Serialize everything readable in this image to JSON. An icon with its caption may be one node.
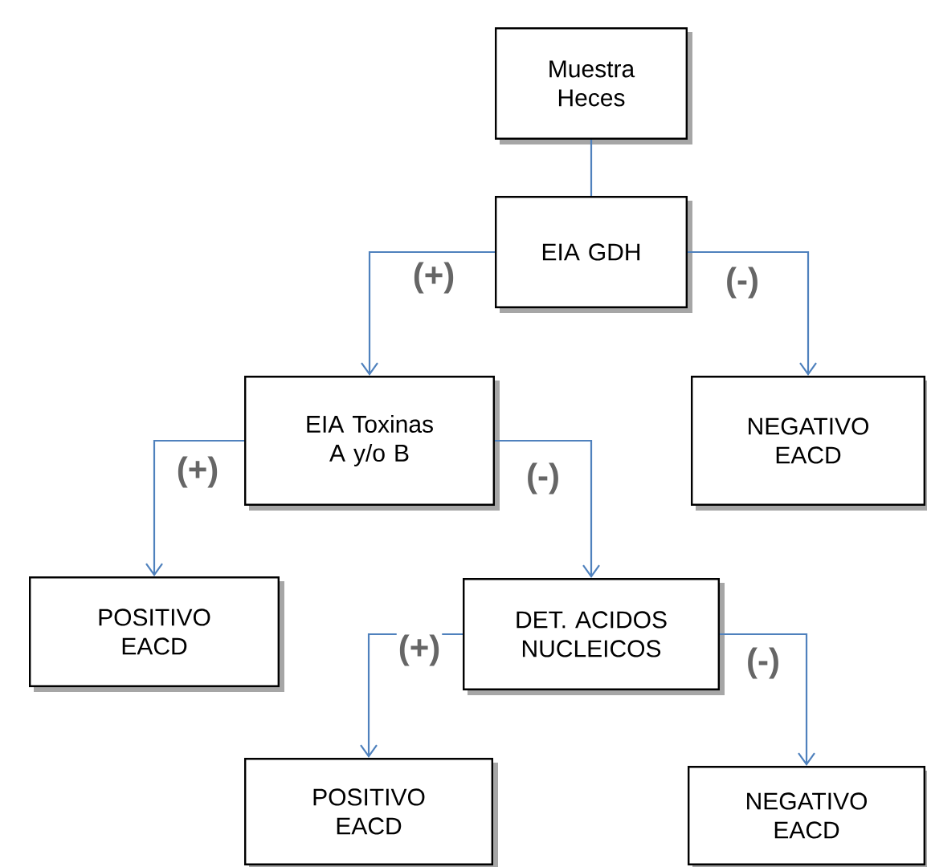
{
  "diagram": {
    "nodes": [
      {
        "text": [
          "Muestra Heces"
        ]
      },
      {
        "text": [
          "EIA GDH"
        ]
      },
      {
        "text": [
          "EIA Toxinas A y/o B"
        ]
      },
      {
        "text": [
          "NEGATIVO EACD"
        ]
      },
      {
        "text": [
          "POSITIVO EACD"
        ]
      },
      {
        "text": [
          "DET. ACIDOS NUCLEICOS"
        ]
      },
      {
        "text": [
          "POSITIVO EACD"
        ]
      },
      {
        "text": [
          "NEGATIVO EACD"
        ]
      }
    ],
    "edges": [
      {
        "from": 0,
        "to": 1,
        "arrow": "none"
      },
      {
        "from": 1,
        "to": 2,
        "arrow": "to",
        "label": "(+)"
      },
      {
        "from": 1,
        "to": 3,
        "arrow": "to",
        "label": "(-)"
      },
      {
        "from": 2,
        "to": 4,
        "arrow": "to",
        "label": "(+)"
      },
      {
        "from": 2,
        "to": 5,
        "arrow": "to",
        "label": "(-)"
      },
      {
        "from": 5,
        "to": 6,
        "arrow": "to",
        "label": "(+)"
      },
      {
        "from": 5,
        "to": 7,
        "arrow": "to",
        "label": "(-)"
      }
    ]
  }
}
